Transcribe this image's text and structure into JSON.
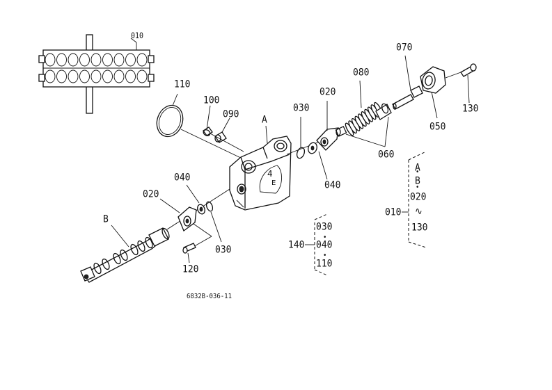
{
  "drawing": {
    "code": "6832B-036-11",
    "parts": {
      "p010_top": "010",
      "p110": "110",
      "p100": "100",
      "p090": "090",
      "pA": "A",
      "p030_top": "030",
      "p020_top": "020",
      "p080": "080",
      "p070": "070",
      "p130_right": "130",
      "p050": "050",
      "p060": "060",
      "p040_mid": "040",
      "p040_left": "040",
      "p020_left": "020",
      "pB": "B",
      "p030_low": "030",
      "p120": "120"
    },
    "group_140": {
      "label": "140",
      "items": [
        "030",
        "040",
        "110"
      ]
    },
    "group_010": {
      "label": "010",
      "items": [
        "A",
        "B",
        "020",
        "130"
      ],
      "range_mark": "∿"
    }
  }
}
